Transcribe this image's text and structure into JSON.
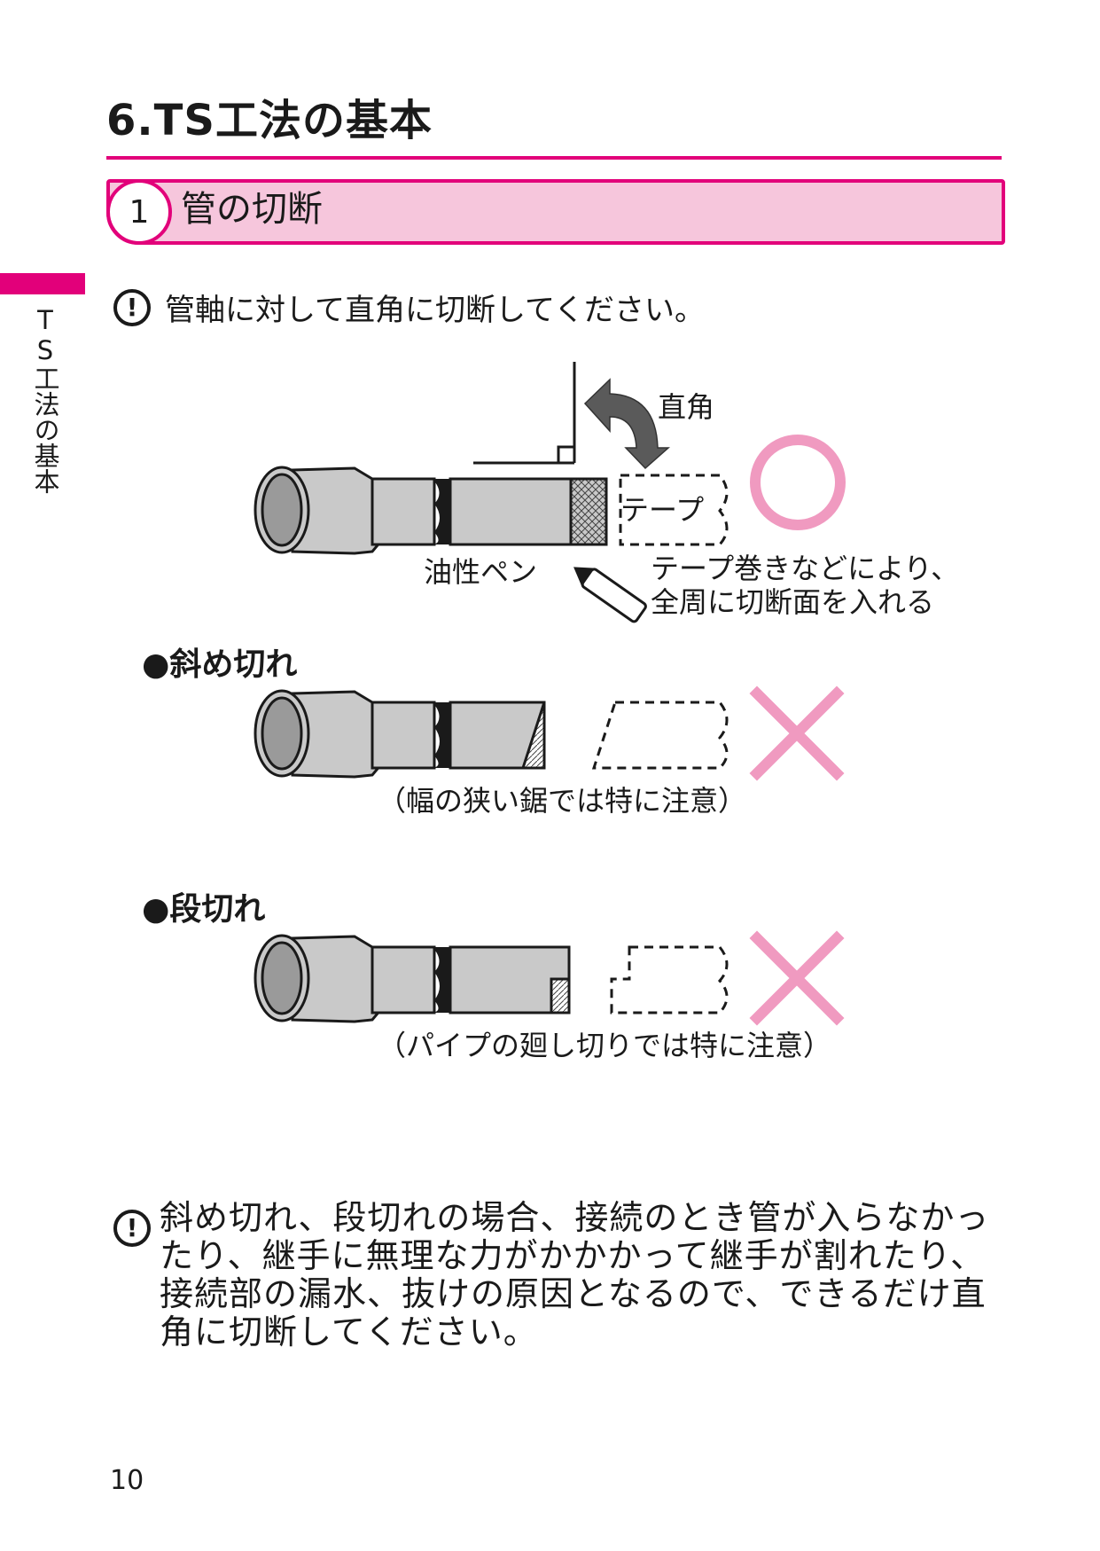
{
  "header": {
    "title": "6.TS工法の基本"
  },
  "section": {
    "number": "1",
    "title": "管の切断"
  },
  "side_tab": {
    "text": "TS工法の基本"
  },
  "note1": {
    "text": "管軸に対して直角に切断してください。"
  },
  "diagram_correct": {
    "label_right_angle": "直角",
    "label_tape": "テープ",
    "label_pen": "油性ペン",
    "label_instruction_line1": "テープ巻きなどにより、",
    "label_instruction_line2": "全周に切断面を入れる",
    "verdict": "ok"
  },
  "oblique": {
    "heading": "●斜め切れ",
    "caption": "（幅の狭い鋸では特に注意）",
    "verdict": "ng"
  },
  "step": {
    "heading": "●段切れ",
    "caption": "（パイプの廻し切りでは特に注意）",
    "verdict": "ng"
  },
  "note2": {
    "text": "斜め切れ、段切れの場合、接続のとき管が入らなかったり、継手に無理な力がかかかって継手が割れたり、接続部の漏水、抜けの原因となるので、できるだけ直角に切断してください。"
  },
  "page": {
    "number": "10"
  },
  "colors": {
    "accent": "#e2007a",
    "banner": "#f6c6dc",
    "mark": "#f09ac0",
    "pipe": "#c9c9c9"
  }
}
